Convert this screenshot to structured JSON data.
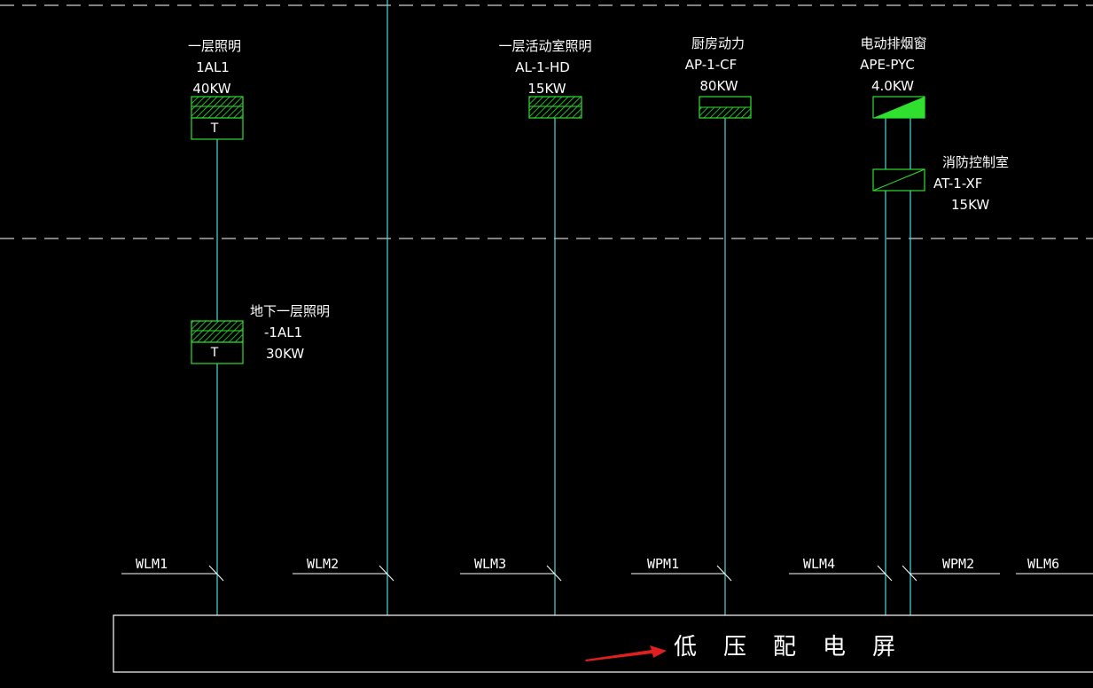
{
  "colors": {
    "background": "#000000",
    "feeder_line": "#46d9d9",
    "box_outline": "#2fe02f",
    "hatch": "#2fe02f",
    "text": "#ffffff",
    "arrow": "#e02020",
    "dashed_line": "#ffffff"
  },
  "boxes": {
    "transformer_symbol": "T"
  },
  "loads": [
    {
      "name": "一层照明",
      "code": "1AL1",
      "power": "40KW"
    },
    {
      "name": "一层活动室照明",
      "code": "AL-1-HD",
      "power": "15KW"
    },
    {
      "name": "厨房动力",
      "code": "AP-1-CF",
      "power": "80KW"
    },
    {
      "name": "电动排烟窗",
      "code": "APE-PYC",
      "power": "4.0KW"
    }
  ],
  "secondary_loads": [
    {
      "name": "消防控制室",
      "code": "AT-1-XF",
      "power": "15KW"
    },
    {
      "name": "地下一层照明",
      "code": "-1AL1",
      "power": "30KW"
    }
  ],
  "cables": [
    "WLM1",
    "WLM2",
    "WLM3",
    "WPM1",
    "WLM4",
    "WPM2",
    "WLM6"
  ],
  "panel": {
    "title": "低压配电屏"
  }
}
